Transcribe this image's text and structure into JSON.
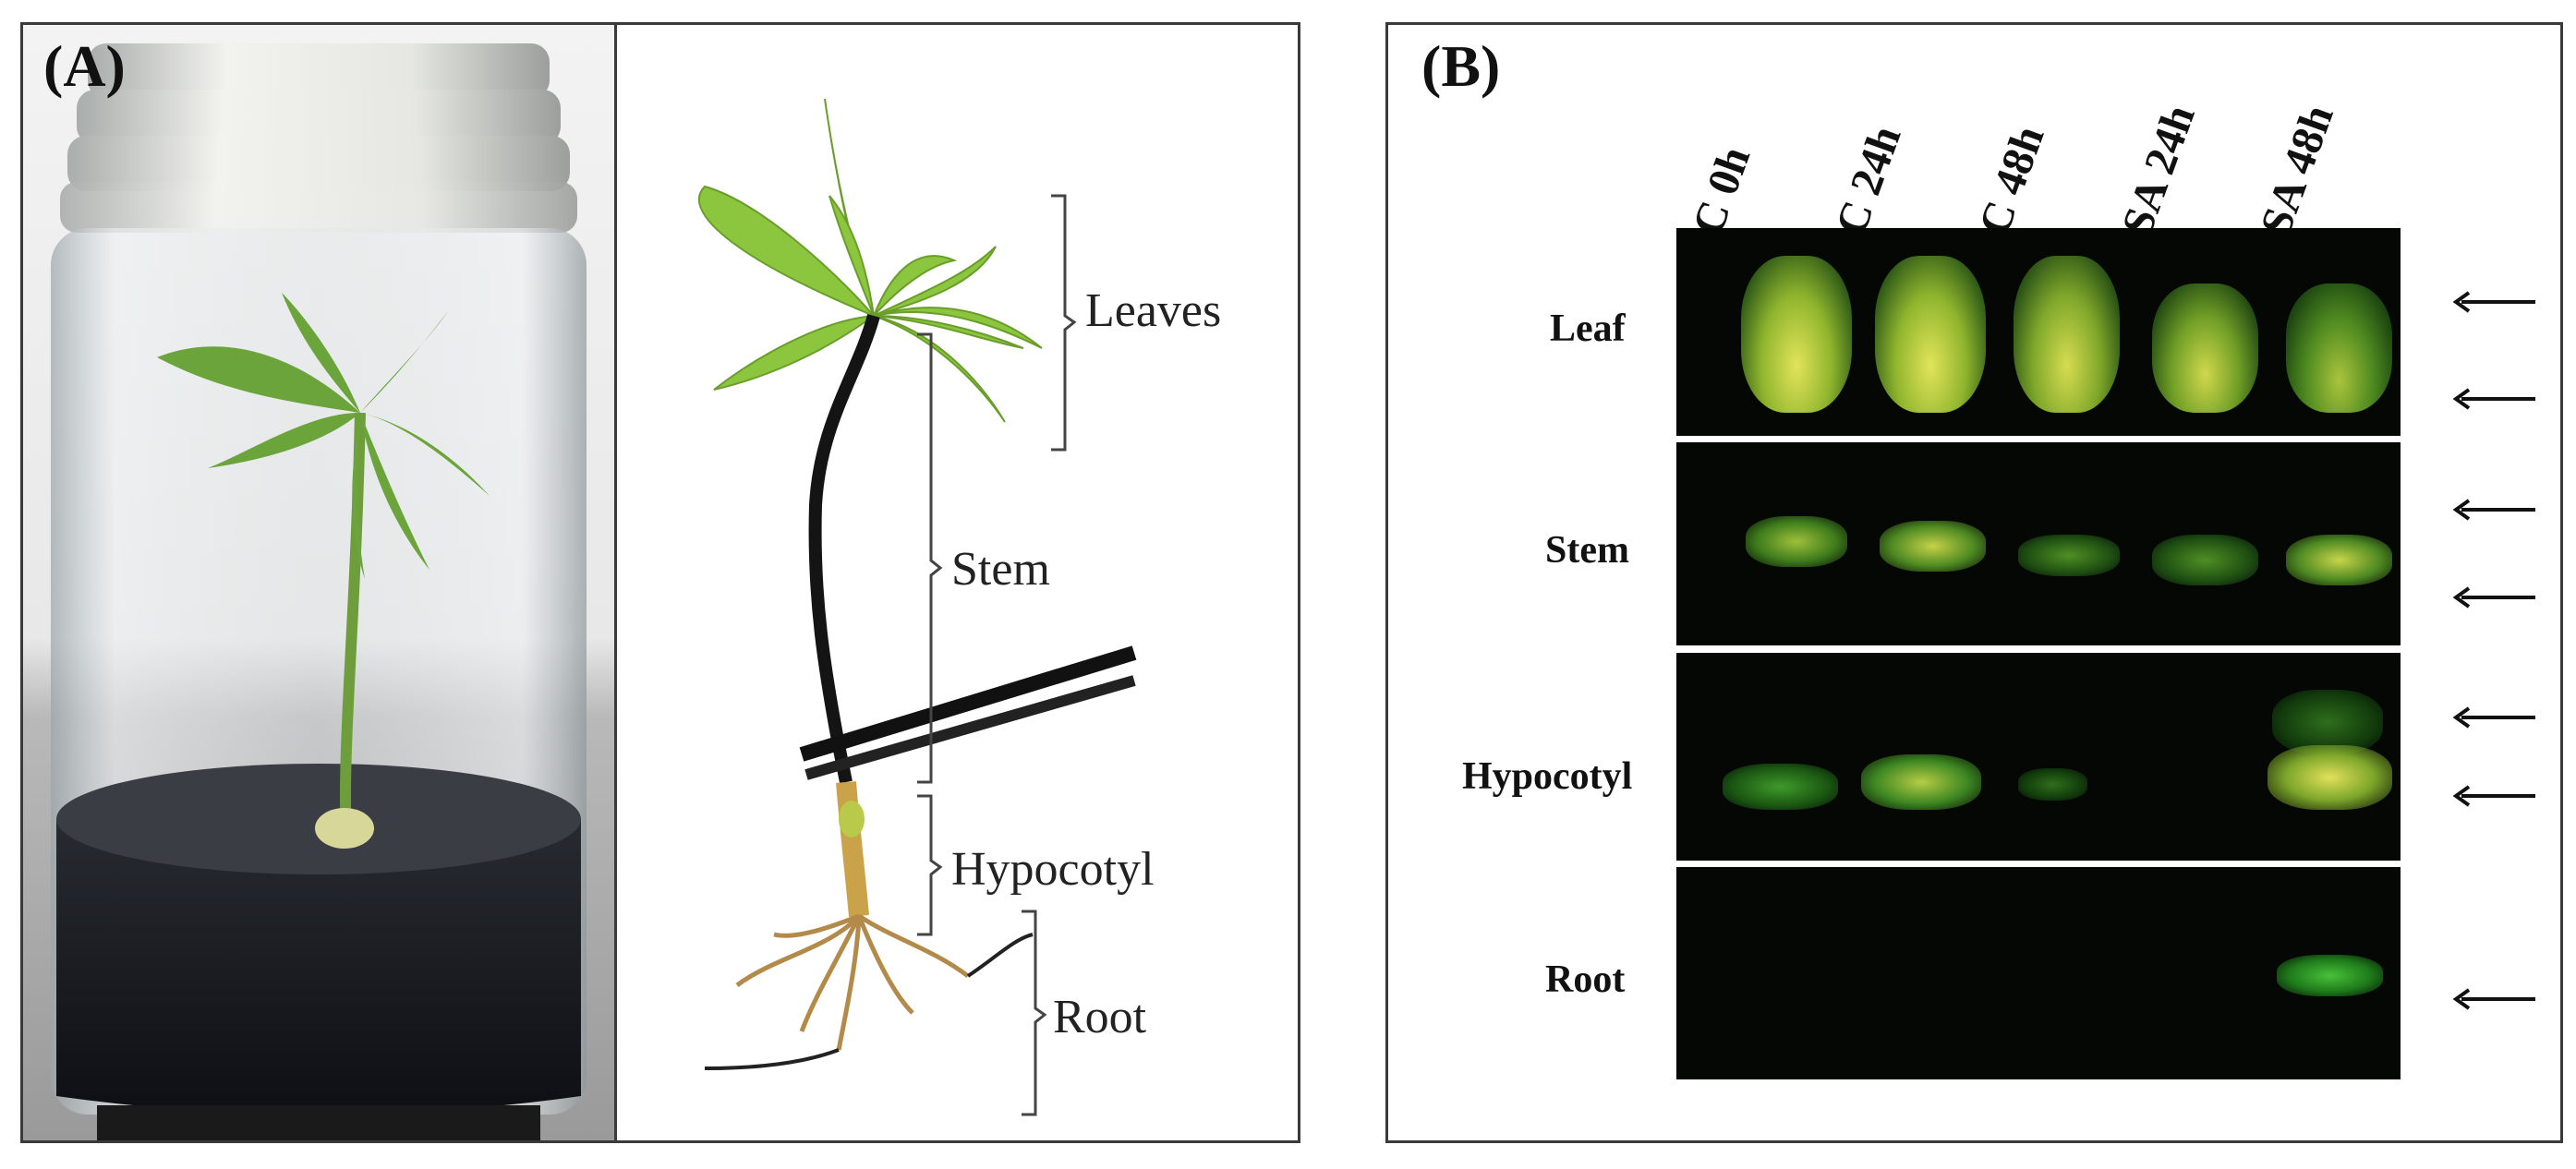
{
  "panel_a": {
    "label": "(A)",
    "parts": {
      "leaves": "Leaves",
      "stem": "Stem",
      "hypocotyl": "Hypocotyl",
      "root": "Root"
    }
  },
  "panel_b": {
    "label": "(B)",
    "lanes": [
      "C 0h",
      "C 24h",
      "C 48h",
      "SA 24h",
      "SA 48h"
    ],
    "tissues": [
      "Leaf",
      "Stem",
      "Hypocotyl",
      "Root"
    ]
  },
  "colors": {
    "band_bright": "#d9e04a",
    "band_green": "#2fa82a",
    "gel_background": "#050705",
    "leaf_green": "#8cc63f"
  }
}
